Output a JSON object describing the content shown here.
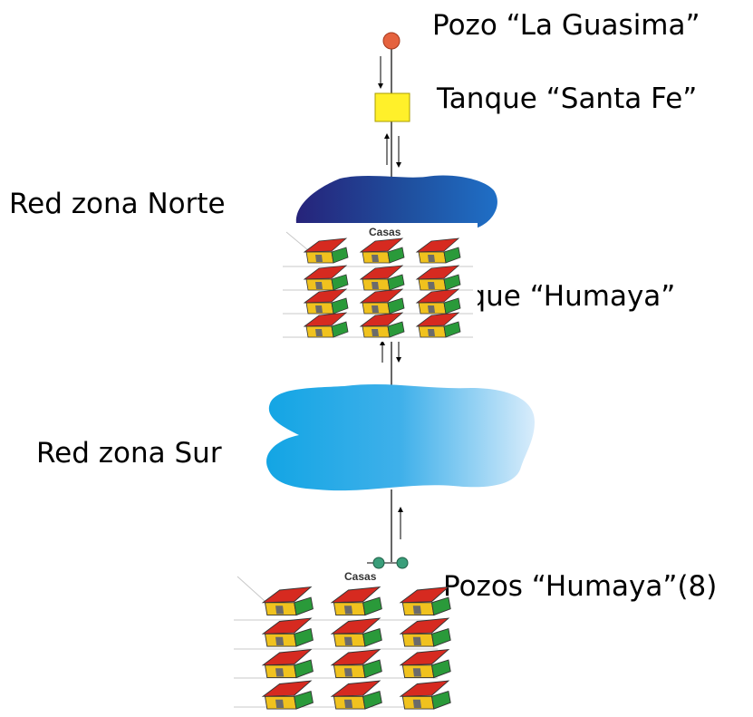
{
  "labels": {
    "pozo": "Pozo “La Guasima”",
    "tanque_santa_fe": "Tanque “Santa Fe”",
    "red_norte": "Red zona Norte",
    "tanque_humaya": "Tanque “Humaya”",
    "red_sur": "Red zona Sur",
    "pozos_humaya": "Pozos “Humaya”(8)"
  },
  "casas_blocks": [
    {
      "title": "Casas"
    },
    {
      "title": "Casas"
    }
  ],
  "colors": {
    "well": "#e5623e",
    "tank": "#fff02a",
    "red_norte_dark": "#26237a",
    "red_norte_light": "#1f6fc6",
    "red_sur_dark": "#13a5e4",
    "red_sur_light": "#d8ecfb",
    "pump": "#3a9e7a",
    "house_roof": "#d62a20",
    "house_wall": "#f0c21e",
    "house_side": "#2a9a3a"
  }
}
